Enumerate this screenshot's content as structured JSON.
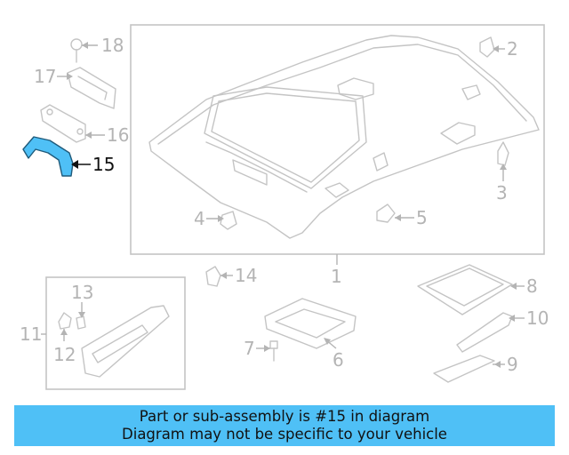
{
  "diagram": {
    "callouts": {
      "c1": "1",
      "c2": "2",
      "c3": "3",
      "c4": "4",
      "c5": "5",
      "c6": "6",
      "c7": "7",
      "c8": "8",
      "c9": "9",
      "c10": "10",
      "c11": "11",
      "c12": "12",
      "c13": "13",
      "c14": "14",
      "c15": "15",
      "c16": "16",
      "c17": "17",
      "c18": "18"
    },
    "highlighted_part": "15",
    "highlight_color": "#4fc0f6"
  },
  "banner": {
    "line1": "Part or sub-assembly is #15 in diagram",
    "line2": "Diagram may not be specific to your vehicle",
    "background": "#4fc0f6"
  }
}
